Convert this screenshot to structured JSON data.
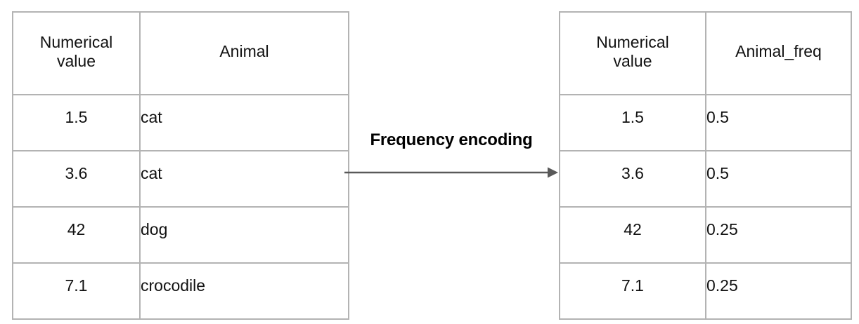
{
  "diagram": {
    "transform_label": "Frequency encoding",
    "arrow_color": "#595959",
    "border_color": "#b3b3b3",
    "text_color": "#111111"
  },
  "source_table": {
    "name": "source-table",
    "headers": [
      "Numerical value",
      "Animal"
    ],
    "header_lines": [
      [
        "Numerical",
        "value"
      ],
      [
        "Animal"
      ]
    ],
    "rows": [
      {
        "numerical_value": "1.5",
        "animal": "cat"
      },
      {
        "numerical_value": "3.6",
        "animal": "cat"
      },
      {
        "numerical_value": "42",
        "animal": "dog"
      },
      {
        "numerical_value": "7.1",
        "animal": "crocodile"
      }
    ]
  },
  "encoded_table": {
    "name": "encoded-table",
    "headers": [
      "Numerical value",
      "Animal_freq"
    ],
    "header_lines": [
      [
        "Numerical",
        "value"
      ],
      [
        "Animal_freq"
      ]
    ],
    "rows": [
      {
        "numerical_value": "1.5",
        "animal_freq": "0.5"
      },
      {
        "numerical_value": "3.6",
        "animal_freq": "0.5"
      },
      {
        "numerical_value": "42",
        "animal_freq": "0.25"
      },
      {
        "numerical_value": "7.1",
        "animal_freq": "0.25"
      }
    ]
  }
}
